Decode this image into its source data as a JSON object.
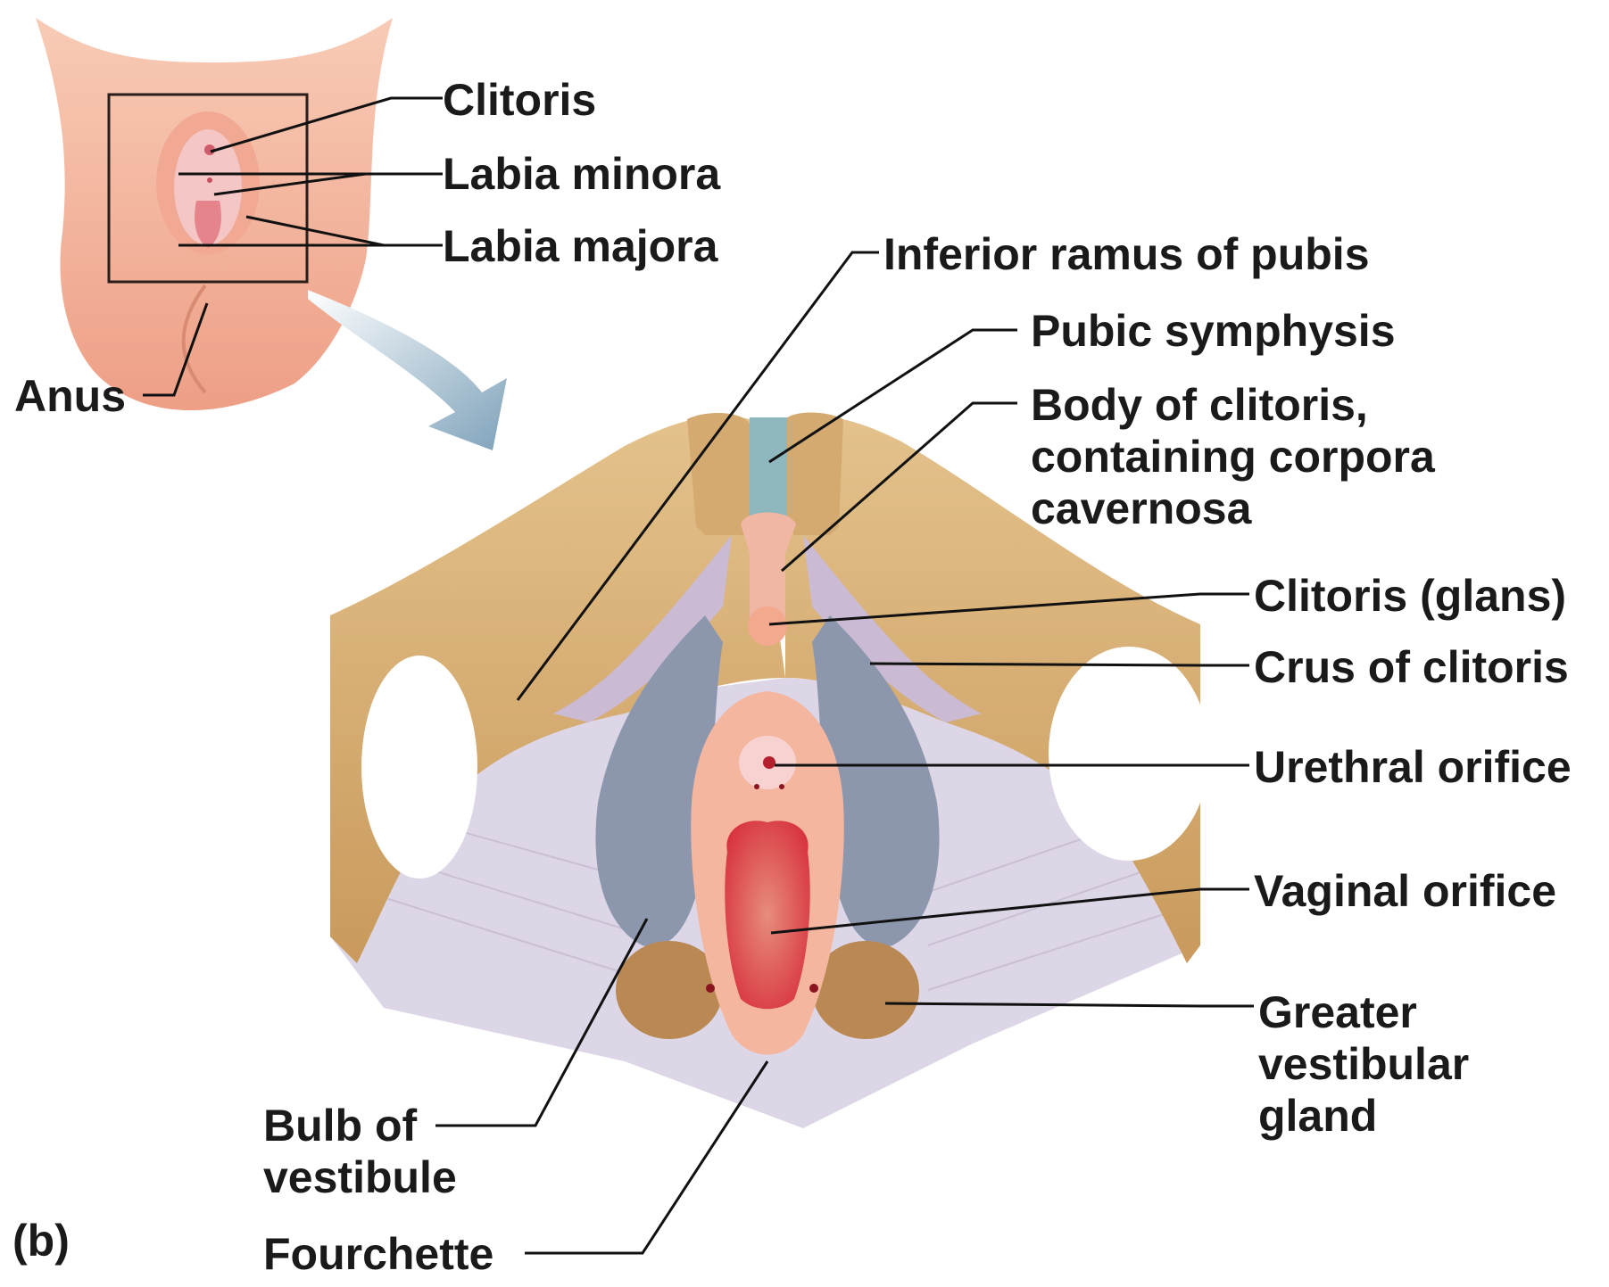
{
  "panel_letter": "(b)",
  "inset_labels": {
    "clitoris": "Clitoris",
    "labia_minora": "Labia minora",
    "labia_majora": "Labia majora",
    "anus": "Anus"
  },
  "labels": {
    "inferior_ramus": "Inferior ramus of pubis",
    "pubic_symphysis": "Pubic symphysis",
    "body_of_clitoris": [
      "Body of clitoris,",
      "containing corpora",
      "cavernosa"
    ],
    "clitoris_glans": "Clitoris (glans)",
    "crus_of_clitoris": "Crus of clitoris",
    "urethral_orifice": "Urethral orifice",
    "vaginal_orifice": "Vaginal orifice",
    "greater_vestibular_gland": [
      "Greater",
      "vestibular",
      "gland"
    ],
    "bulb_of_vestibule": [
      "Bulb of",
      "vestibule"
    ],
    "fourchette": "Fourchette"
  },
  "colors": {
    "bone": "#d8b27a",
    "bone_shadow": "#b98b4f",
    "skin": "#f3b9a2",
    "muscle": "#d9d3e2",
    "bulb": "#8f9aaf",
    "crus": "#c9b9d3",
    "symphysis": "#8fb6bd",
    "vestibule": "#f6b8a1",
    "vaginal": "#e0535b",
    "gland": "#b98a55",
    "arrow": "#8fb0c6",
    "leader": "#111111"
  }
}
